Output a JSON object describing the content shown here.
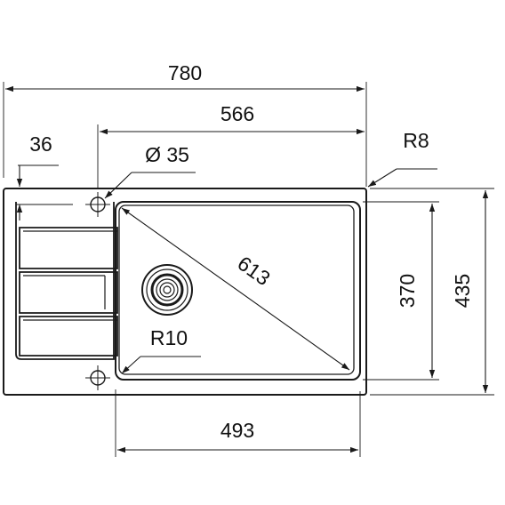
{
  "dimensions": {
    "overall_width": "780",
    "inner_width": "566",
    "drainer_offset": "36",
    "tap_hole_diameter": "Ø 35",
    "corner_radius_outer": "R8",
    "bowl_diagonal": "613",
    "bowl_corner_radius": "R10",
    "bowl_width": "493",
    "bowl_depth": "370",
    "overall_depth": "435"
  },
  "colors": {
    "ink": "#1a1a1a",
    "background": "#ffffff"
  }
}
